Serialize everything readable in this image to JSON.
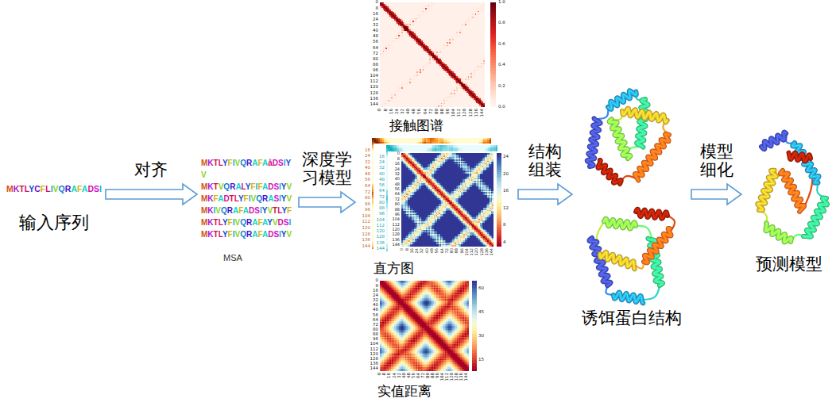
{
  "diagram": {
    "nodes": [
      {
        "text": [
          "MKTLYCFLIVQRAFADSI",
          "输入序列"
        ]
      },
      {
        "text": [
          "MKTLYFIVQRAFAåDSIY V",
          "MKTVQRALYFIFADSIYV",
          "MKFADTLYFIVQRASIYV",
          "MKIVQRAFADSIYVTLYF",
          "MKTLYFIVQRAFAYVDSI",
          "MKTLYFIVQRAFADSIYV",
          "MSA"
        ]
      },
      {
        "text": [
          "接触图谱"
        ]
      },
      {
        "text": [
          "直方图"
        ]
      },
      {
        "text": [
          "实值距离"
        ]
      },
      {
        "text": [
          "诱饵蛋白结构"
        ]
      },
      {
        "text": [
          "预测模型"
        ]
      }
    ],
    "edges": [
      {
        "from": 0,
        "to": 1,
        "label": "对齐",
        "arrow": "to"
      },
      {
        "from": 1,
        "to": 3,
        "label": "深度学习模型",
        "arrow": "to"
      },
      {
        "from": 3,
        "to": 5,
        "label": "结构组装",
        "arrow": "to"
      },
      {
        "from": 5,
        "to": 6,
        "label": "模型细化",
        "arrow": "to"
      }
    ],
    "labels": [
      "0",
      "8",
      "16",
      "24",
      "32",
      "40",
      "48",
      "56",
      "64",
      "72",
      "80",
      "88",
      "96",
      "104",
      "112",
      "120",
      "128",
      "136",
      "144",
      "0",
      "8",
      "16",
      "24",
      "32",
      "40",
      "48",
      "56",
      "64",
      "72",
      "80",
      "88",
      "96",
      "104",
      "112",
      "120",
      "128",
      "136",
      "144",
      "1.0",
      "0.8",
      "0.6",
      "0.4",
      "0.2",
      "0.0",
      "16",
      "24",
      "32",
      "40",
      "48",
      "56",
      "64",
      "72",
      "80",
      "88",
      "96",
      "104",
      "112",
      "120",
      "128",
      "136",
      "144",
      "16",
      "24",
      "32",
      "40",
      "48",
      "56",
      "64",
      "72",
      "80",
      "88",
      "96",
      "104",
      "112",
      "120",
      "128",
      "136",
      "144",
      "0",
      "8",
      "16",
      "24",
      "32",
      "40",
      "48",
      "56",
      "64",
      "72",
      "80",
      "88",
      "96",
      "104",
      "112",
      "120",
      "128",
      "136",
      "144",
      "0",
      "8",
      "16",
      "24",
      "32",
      "40",
      "48",
      "56",
      "64",
      "72",
      "80",
      "88",
      "96",
      "104",
      "112",
      "120",
      "128",
      "136",
      "144",
      "24",
      "20",
      "16",
      "12",
      "8",
      "4",
      "0",
      "8",
      "16",
      "24",
      "32",
      "40",
      "48",
      "56",
      "64",
      "72",
      "80",
      "88",
      "96",
      "104",
      "112",
      "120",
      "128",
      "136",
      "144",
      "0",
      "8",
      "16",
      "24",
      "32",
      "40",
      "48",
      "56",
      "64",
      "72",
      "80",
      "88",
      "96",
      "104",
      "112",
      "120",
      "128",
      "136",
      "144",
      "60",
      "45",
      "30",
      "15"
    ]
  }
}
